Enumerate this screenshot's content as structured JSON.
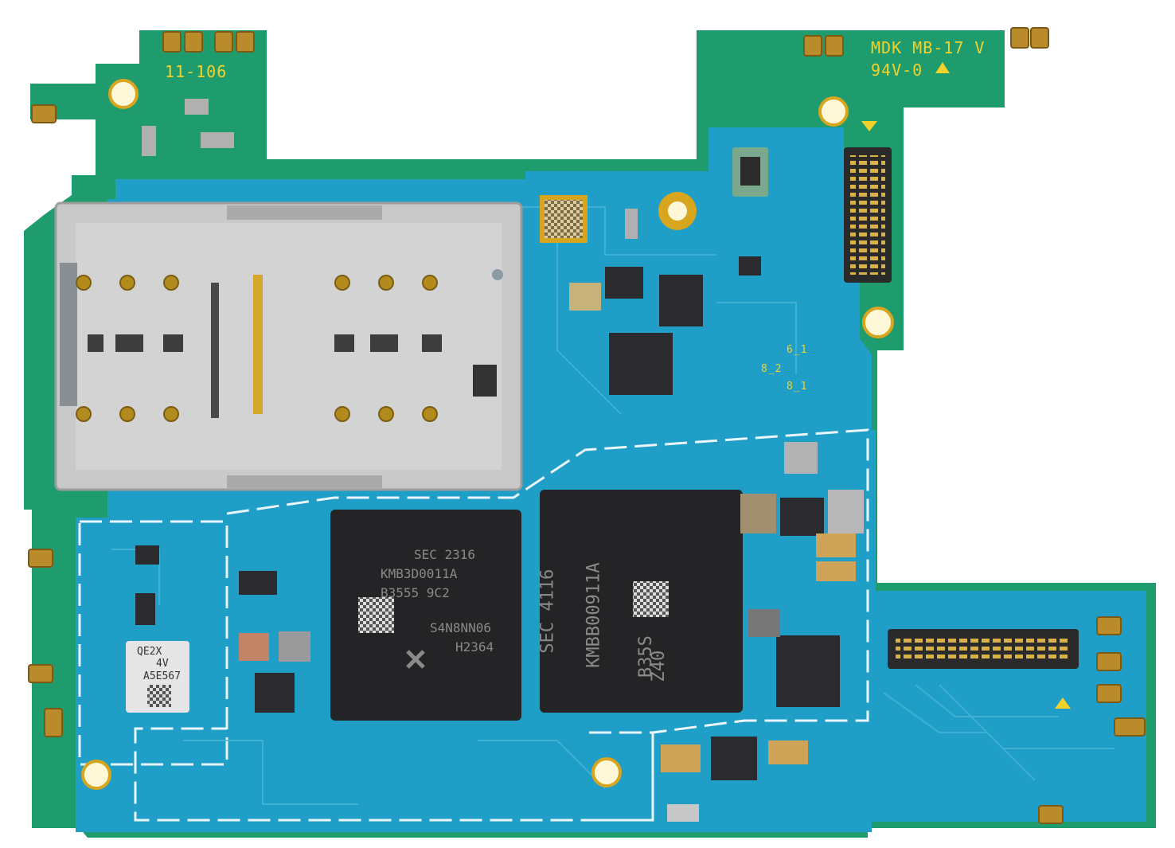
{
  "board": {
    "silkscreen": {
      "top_left_code": "11-106",
      "top_right_model": "MDK MB-17 V",
      "top_right_rating": "94V-0",
      "test_points": [
        "6_1",
        "8_2",
        "8_1"
      ]
    },
    "chips": {
      "ram_line1": "SEC 2316",
      "ram_line2": "KMB3D0011A",
      "ram_line3": "B3555 9C2",
      "ram_line4": "S4N8NN06",
      "ram_line5": "H2364",
      "storage_line1": "SEC 4116",
      "storage_line2": "KMBB00911A",
      "storage_line3": "B35S",
      "storage_line4": "Z40",
      "module_line1": "QE2X",
      "module_line2": "4V",
      "module_line3": "A5E567"
    }
  },
  "colors": {
    "pcb_green": "#1e9c6e",
    "pcb_blue": "#1f9ec7",
    "silkscreen": "#f2d22a",
    "chip_black": "#242426",
    "shield_silver": "#c9c9c9"
  }
}
